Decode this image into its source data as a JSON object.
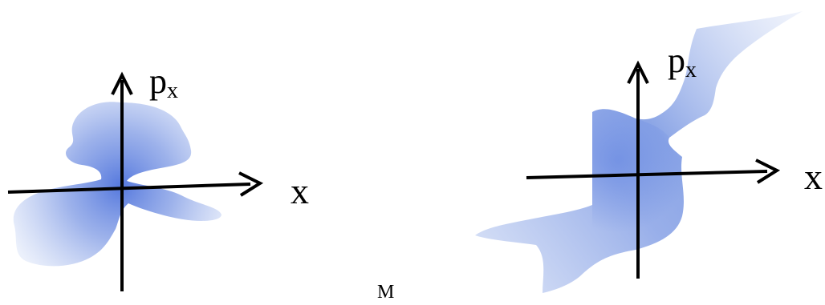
{
  "left_panel": {
    "horizontal_axis_label": "x",
    "vertical_axis_label_base": "p",
    "vertical_axis_label_sub": "x"
  },
  "right_panel": {
    "horizontal_axis_label": "x",
    "vertical_axis_label_base": "p",
    "vertical_axis_label_sub": "x"
  },
  "center_label": "M",
  "colors": {
    "region_fill": "#5b7fe0",
    "axis": "#000000",
    "background": "#ffffff"
  }
}
